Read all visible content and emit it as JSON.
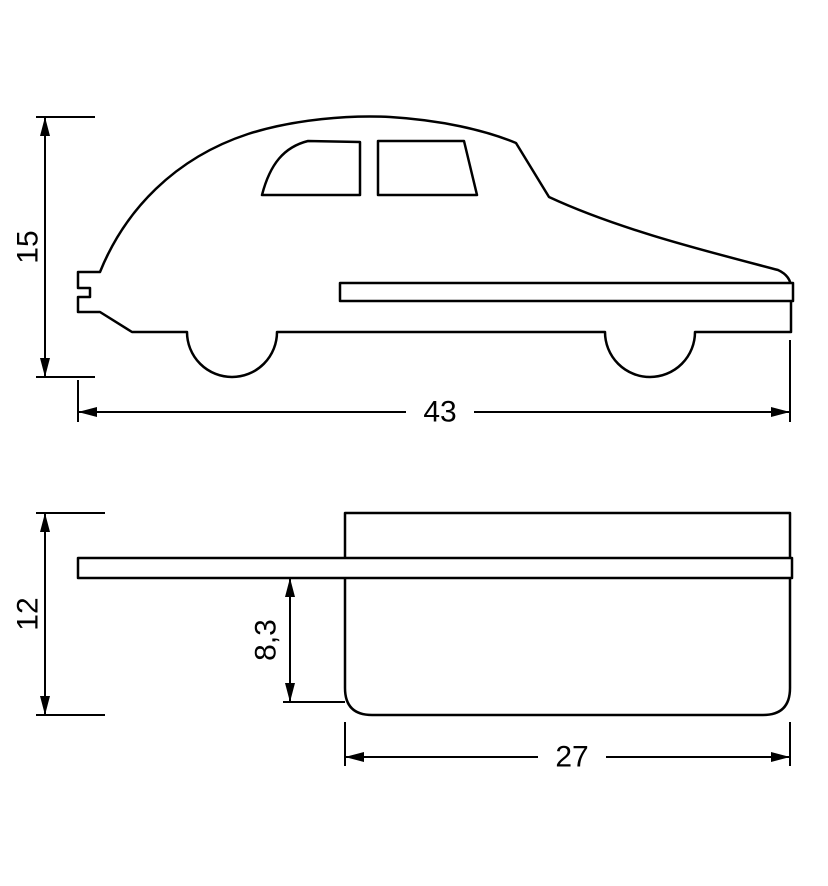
{
  "drawing": {
    "background": "#ffffff",
    "line_color": "#000000",
    "subject": "car-shaped wall lamp with shelf, dimensioned technical drawing",
    "side_view": {
      "name": "car side profile with shelf bar",
      "height_label": "15",
      "width_label": "43"
    },
    "section_view": {
      "name": "lamp body section with shelf",
      "height_label": "12",
      "shelf_depth_label": "8,3",
      "width_label": "27"
    }
  }
}
